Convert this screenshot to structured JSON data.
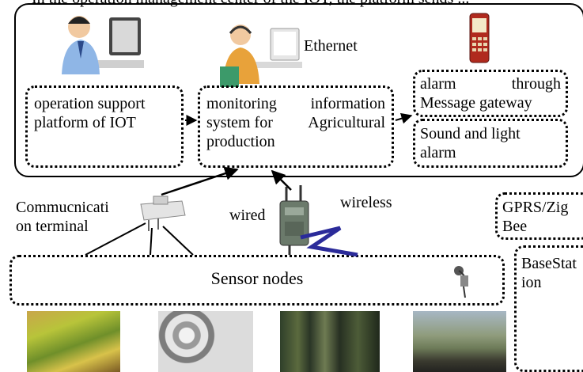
{
  "top_caption": "In the operation management center of the IOT, the platform sends ...",
  "labels": {
    "ethernet": "Ethernet",
    "wired": "wired",
    "wireless": "wireless",
    "comm_terminal": "Commucnication terminal",
    "comm_terminal_line1": "Commucnicati",
    "comm_terminal_line2": "on terminal"
  },
  "boxes": {
    "iot_platform": {
      "line1": "operation support",
      "line2": "platform of IOT"
    },
    "monitoring": {
      "line1a": "monitoring",
      "line1b": "information",
      "line2a": "system for",
      "line2b": "Agricultural",
      "line3": "production"
    },
    "alarm_msg": {
      "line1a": "alarm",
      "line1b": "through",
      "line2": "Message gateway"
    },
    "alarm_sound": {
      "line1": "Sound and light",
      "line2": "alarm"
    },
    "gprs": {
      "line1": "GPRS/Zig",
      "line2": "Bee"
    },
    "basestation": {
      "line1": "BaseStat",
      "line2": "ion"
    },
    "sensor_nodes": "Sensor nodes"
  },
  "colors": {
    "line": "#000000",
    "wireless_zigzag": "#2b2b9a"
  }
}
